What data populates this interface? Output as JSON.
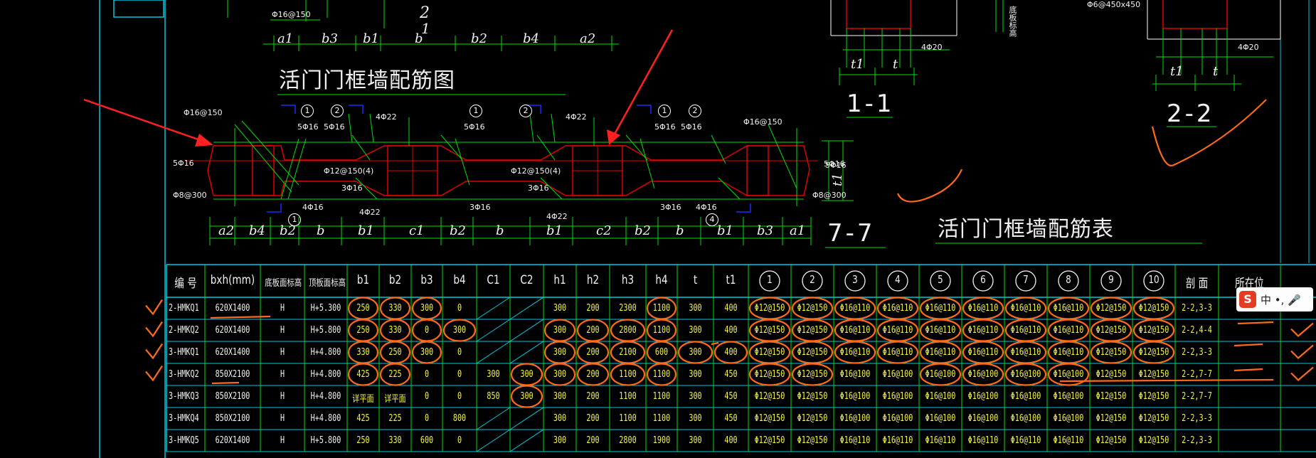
{
  "drawing": {
    "plan_title": "活门门框墙配筋图",
    "table_title": "活门门框墙配筋表",
    "section_1_1": "1-1",
    "section_2_2": "2-2",
    "section_7_7": "7-7",
    "top_dims": [
      "a1",
      "b3",
      "b1",
      "b",
      "b2",
      "b4",
      "a2"
    ],
    "bottom_dims": [
      "a2",
      "b4",
      "b2",
      "b",
      "b1",
      "c1",
      "b2",
      "b",
      "b1",
      "c2",
      "b2",
      "b",
      "b1",
      "b3",
      "a1"
    ],
    "top_axis_label": "2",
    "top_axis_sub": "1",
    "top_rebar": "Φ16@150",
    "sec1_rebar": "4Φ20",
    "sec2_rebar": "4Φ20",
    "sec2_top": "Φ6@450x450",
    "sec2_side": "底板标高",
    "sec1_dims": [
      "t1",
      "t"
    ],
    "sec2_dims": [
      "t1",
      "t"
    ],
    "right_t1": "t1",
    "plan_labels": {
      "l_top": "Φ16@150",
      "l_mid": "5Φ16",
      "l_bot": "Φ8@300",
      "s5a": "5Φ16",
      "s5b": "5Φ16",
      "s5c": "5Φ16",
      "s5d": "5Φ16",
      "s5e": "5Φ16",
      "s5f": "5Φ16",
      "s4a": "4Φ22",
      "s4b": "4Φ22",
      "s4c": "4Φ22",
      "s4d": "4Φ22",
      "m12a": "Φ12@150(4)",
      "m12b": "Φ12@150(4)",
      "m3a": "3Φ16",
      "m3b": "3Φ16",
      "m3c": "3Φ16",
      "m3d": "3Φ16",
      "b4a": "4Φ16",
      "b4b": "4Φ16",
      "r_top": "Φ16@150",
      "r_mid": "5Φ16",
      "r_bot": "Φ8@300"
    },
    "circles": [
      "1",
      "2",
      "1",
      "2",
      "1",
      "2",
      "1",
      "4"
    ]
  },
  "table": {
    "headers": [
      "编 号",
      "bxh(mm)",
      "底板面标高",
      "顶板面标高",
      "b1",
      "b2",
      "b3",
      "b4",
      "C1",
      "C2",
      "h1",
      "h2",
      "h3",
      "h4",
      "t",
      "t1",
      "1",
      "2",
      "3",
      "4",
      "5",
      "6",
      "7",
      "8",
      "9",
      "10",
      "剖 面",
      "所在位"
    ],
    "rows": [
      [
        "2-HMKQ1",
        "620X1400",
        "H",
        "H+5.300",
        "250",
        "330",
        "300",
        "0",
        "",
        "",
        "300",
        "200",
        "2300",
        "1100",
        "300",
        "400",
        "Φ12@150",
        "Φ12@150",
        "Φ16@110",
        "Φ16@110",
        "Φ16@110",
        "Φ16@110",
        "Φ16@110",
        "Φ16@110",
        "Φ12@150",
        "Φ12@150",
        "2-2,3-3"
      ],
      [
        "2-HMKQ2",
        "620X1400",
        "H",
        "H+5.800",
        "250",
        "330",
        "0",
        "300",
        "",
        "",
        "300",
        "200",
        "2800",
        "1100",
        "300",
        "400",
        "Φ12@150",
        "Φ12@150",
        "Φ16@110",
        "Φ16@110",
        "Φ16@110",
        "Φ16@110",
        "Φ16@110",
        "Φ16@110",
        "Φ12@150",
        "Φ12@150",
        "2-2,4-4"
      ],
      [
        "3-HMKQ1",
        "620X1400",
        "H",
        "H+4.800",
        "330",
        "250",
        "300",
        "0",
        "",
        "",
        "300",
        "200",
        "2100",
        "600",
        "300",
        "400",
        "Φ12@150",
        "Φ12@150",
        "Φ16@110",
        "Φ16@110",
        "Φ16@110",
        "Φ16@110",
        "Φ16@110",
        "Φ16@110",
        "Φ12@150",
        "Φ12@150",
        "2-2,3-3"
      ],
      [
        "3-HMKQ2",
        "850X2100",
        "H",
        "H+4.800",
        "425",
        "225",
        "0",
        "0",
        "300",
        "300",
        "300",
        "200",
        "1100",
        "1100",
        "300",
        "450",
        "Φ12@150",
        "Φ12@150",
        "Φ16@100",
        "Φ16@100",
        "Φ16@100",
        "Φ16@100",
        "Φ16@100",
        "Φ16@100",
        "Φ12@150",
        "Φ12@150",
        "2-2,7-7"
      ],
      [
        "3-HMKQ3",
        "850X2100",
        "H",
        "H+4.800",
        "详平面",
        "详平面",
        "0",
        "0",
        "850",
        "300",
        "300",
        "200",
        "1100",
        "1100",
        "300",
        "450",
        "Φ12@150",
        "Φ12@150",
        "Φ16@100",
        "Φ16@100",
        "Φ16@100",
        "Φ16@100",
        "Φ16@100",
        "Φ16@100",
        "Φ12@150",
        "Φ12@150",
        "2-2,7-7"
      ],
      [
        "3-HMKQ4",
        "850X2100",
        "H",
        "H+4.800",
        "425",
        "225",
        "0",
        "800",
        "",
        "",
        "300",
        "200",
        "1100",
        "1100",
        "300",
        "450",
        "Φ12@150",
        "Φ12@150",
        "Φ16@100",
        "Φ16@100",
        "Φ16@100",
        "Φ16@100",
        "Φ16@100",
        "Φ16@100",
        "Φ12@150",
        "Φ12@150",
        "2-2,3-3"
      ],
      [
        "3-HMKQ5",
        "620X1400",
        "H",
        "H+5.800",
        "250",
        "330",
        "600",
        "0",
        "",
        "",
        "300",
        "200",
        "2800",
        "1900",
        "300",
        "400",
        "Φ12@150",
        "Φ12@150",
        "Φ16@110",
        "Φ16@110",
        "Φ16@110",
        "Φ16@110",
        "Φ16@110",
        "Φ16@110",
        "Φ12@150",
        "Φ12@150",
        "2-2,3-3"
      ]
    ]
  },
  "ime_badge": {
    "logo": "S",
    "text": "中 •, 🎤"
  },
  "colors": {
    "bg": "#000000",
    "green": "#00e000",
    "red": "#e00000",
    "cyan": "#00c8e0",
    "blue": "#1a2cff",
    "orange": "#ff6a1a",
    "yellow": "#f5f540"
  }
}
